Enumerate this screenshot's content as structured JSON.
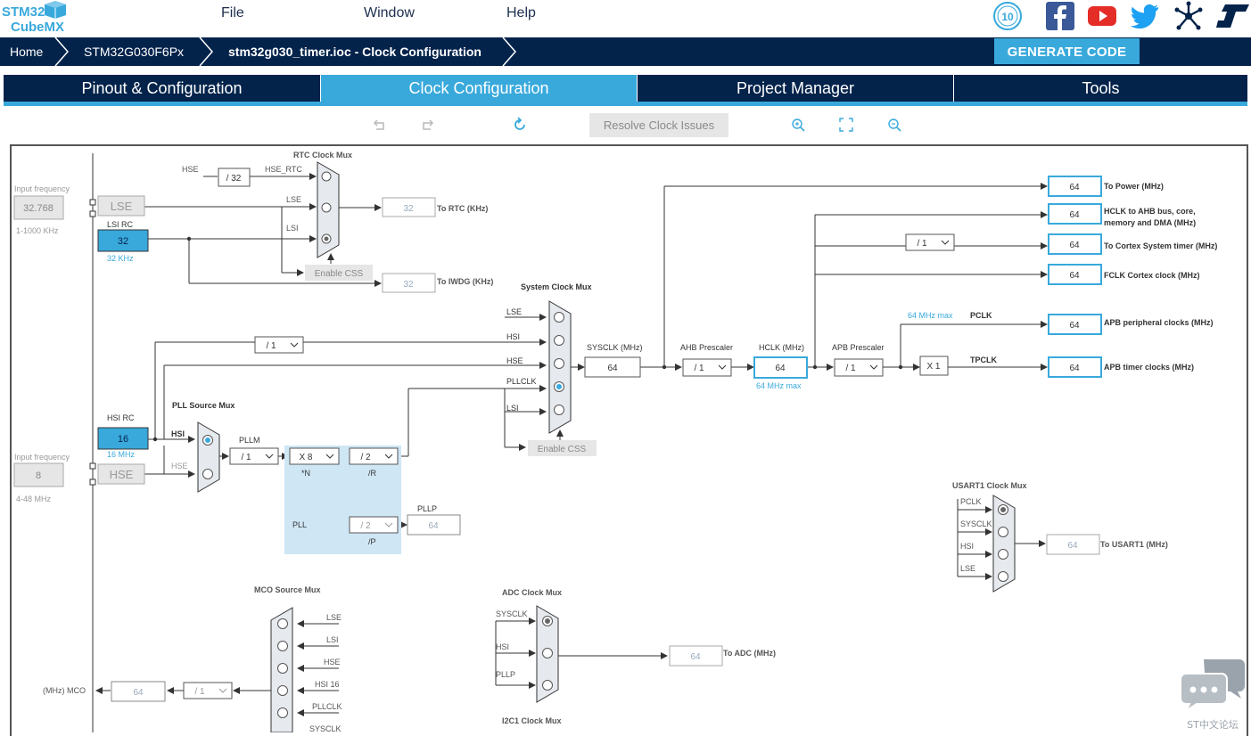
{
  "app": {
    "logo_line1": "STM32",
    "logo_line2": "CubeMX"
  },
  "menu": [
    "File",
    "Window",
    "Help"
  ],
  "social_icons": [
    "anniversary-badge-icon",
    "facebook-icon",
    "youtube-icon",
    "twitter-icon",
    "network-icon",
    "st-logo-icon"
  ],
  "breadcrumbs": [
    "Home",
    "STM32G030F6Px",
    "stm32g030_timer.ioc - Clock Configuration"
  ],
  "generate_label": "GENERATE CODE",
  "tabs": [
    "Pinout & Configuration",
    "Clock Configuration",
    "Project Manager",
    "Tools"
  ],
  "active_tab": 1,
  "toolbar": {
    "resolve": "Resolve Clock Issues",
    "icons": [
      "undo-icon",
      "redo-icon",
      "reset-icon",
      "zoom-in-icon",
      "fit-icon",
      "zoom-out-icon"
    ]
  },
  "colors": {
    "navy": "#03234b",
    "accent": "#39a9dc",
    "line": "#333333",
    "muted": "#9a9a9a"
  },
  "clock": {
    "rtc_mux_title": "RTC Clock Mux",
    "hse_div": "/ 32",
    "hse_label": "HSE",
    "hse_rtc": "HSE_RTC",
    "lse_label": "LSE",
    "lsi_label": "LSI",
    "lse_in_freq_label": "Input frequency",
    "lse_in_freq": "32.768",
    "lse_range": "1-1000 KHz",
    "lse_box": "LSE",
    "lsi_rc": "LSI RC",
    "lsi_val": "32",
    "lsi_unit": "32 KHz",
    "rtc_val": "32",
    "rtc_label": "To RTC (KHz)",
    "enable_css": "Enable CSS",
    "iwdg_val": "32",
    "iwdg_label": "To IWDG (KHz)",
    "sys_mux_title": "System Clock Mux",
    "sys_inputs": [
      "LSE",
      "HSI",
      "HSE",
      "PLLCLK",
      "LSI"
    ],
    "hsi_div": "/ 1",
    "sysclk_label": "SYSCLK (MHz)",
    "sysclk_val": "64",
    "ahb_label": "AHB Prescaler",
    "ahb_val": "/ 1",
    "hclk_label": "HCLK (MHz)",
    "hclk_val": "64",
    "hclk_max": "64 MHz max",
    "apb_label": "APB Prescaler",
    "apb_val": "/ 1",
    "apb_max": "64 MHz max",
    "pclk": "PCLK",
    "tpclk": "TPCLK",
    "x1": "X 1",
    "cortex_div": "/ 1",
    "outputs": [
      {
        "val": "64",
        "label": "To Power (MHz)"
      },
      {
        "val": "64",
        "label": "HCLK to AHB bus, core,",
        "label2": "memory and DMA (MHz)"
      },
      {
        "val": "64",
        "label": "To Cortex System timer (MHz)"
      },
      {
        "val": "64",
        "label": "FCLK Cortex clock (MHz)"
      },
      {
        "val": "64",
        "label": "APB peripheral clocks (MHz)"
      },
      {
        "val": "64",
        "label": "APB timer clocks (MHz)"
      }
    ],
    "hsi_rc": "HSI RC",
    "hsi_val": "16",
    "hsi_unit": "16 MHz",
    "hse_in_freq_label": "Input frequency",
    "hse_in_freq": "8",
    "hse_range": "4-48 MHz",
    "hse_box": "HSE",
    "pll_src_title": "PLL Source Mux",
    "pll_src_hsi": "HSI",
    "pll_src_hse": "HSE",
    "pllm_label": "PLLM",
    "pllm_val": "/ 1",
    "plln_val": "X 8",
    "plln_label": "*N",
    "pllr_val": "/ 2",
    "pllr_label": "/R",
    "pllp_val": "/ 2",
    "pllp_label": "/P",
    "pll_label": "PLL",
    "pllp_out_label": "PLLP",
    "pllp_out_val": "64",
    "usart_title": "USART1 Clock Mux",
    "usart_inputs": [
      "PCLK",
      "SYSCLK",
      "HSI",
      "LSE"
    ],
    "usart_val": "64",
    "usart_label": "To USART1 (MHz)",
    "mco_title": "MCO Source Mux",
    "mco_inputs": [
      "LSE",
      "LSI",
      "HSE",
      "HSI 16",
      "PLLCLK",
      "SYSCLK"
    ],
    "mco_label": "(MHz) MCO",
    "mco_val": "64",
    "mco_div": "/ 1",
    "adc_title": "ADC Clock Mux",
    "adc_inputs": [
      "SYSCLK",
      "HSI",
      "PLLP"
    ],
    "adc_val": "64",
    "adc_label": "To ADC (MHz)",
    "i2c_title": "I2C1 Clock Mux"
  },
  "chat_label": "ST中文论坛"
}
